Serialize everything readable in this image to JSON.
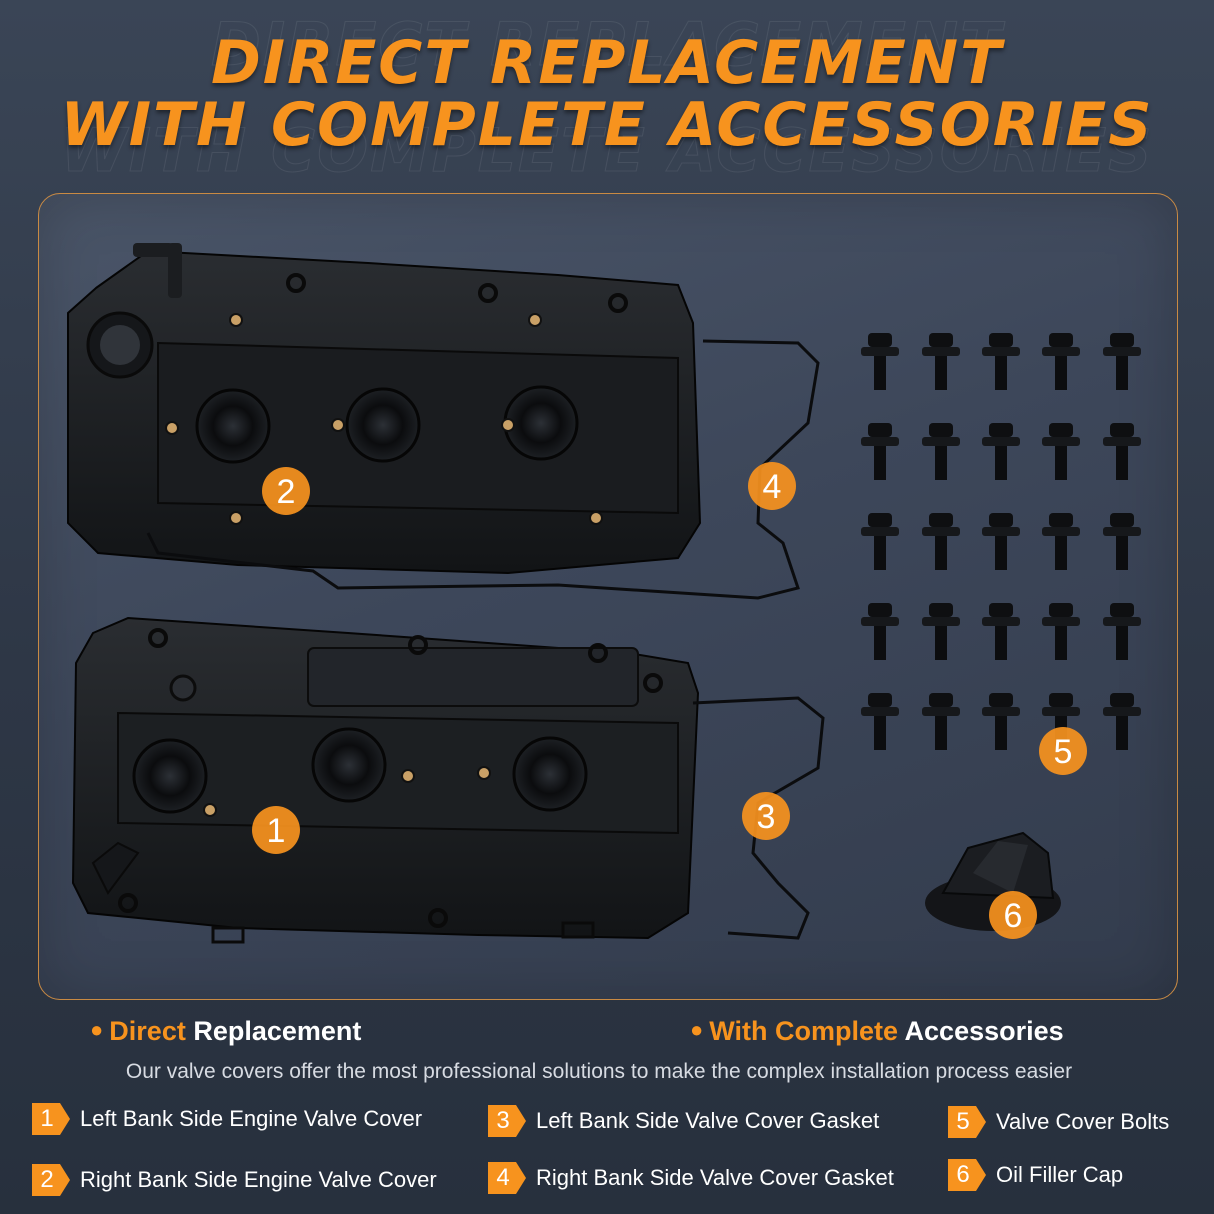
{
  "header": {
    "line1": "DIRECT REPLACEMENT",
    "line2": "WITH COMPLETE ACCESSORIES"
  },
  "callouts": [
    "1",
    "2",
    "3",
    "4",
    "5",
    "6"
  ],
  "features": {
    "left": {
      "accent": "Direct",
      "rest": "Replacement"
    },
    "right": {
      "accent": "With Complete",
      "rest": "Accessories"
    },
    "description": "Our valve covers offer the most professional solutions to make the complex installation process easier"
  },
  "legend": [
    {
      "num": "1",
      "label": "Left Bank Side Engine Valve Cover"
    },
    {
      "num": "2",
      "label": "Right Bank Side Engine Valve Cover"
    },
    {
      "num": "3",
      "label": "Left Bank Side Valve Cover Gasket"
    },
    {
      "num": "4",
      "label": "Right Bank Side Valve Cover Gasket"
    },
    {
      "num": "5",
      "label": "Valve Cover Bolts"
    },
    {
      "num": "6",
      "label": "Oil Filler Cap"
    }
  ],
  "colors": {
    "accent": "#f7931e",
    "background": "#323b4b",
    "panel_border": "#c98a43"
  }
}
